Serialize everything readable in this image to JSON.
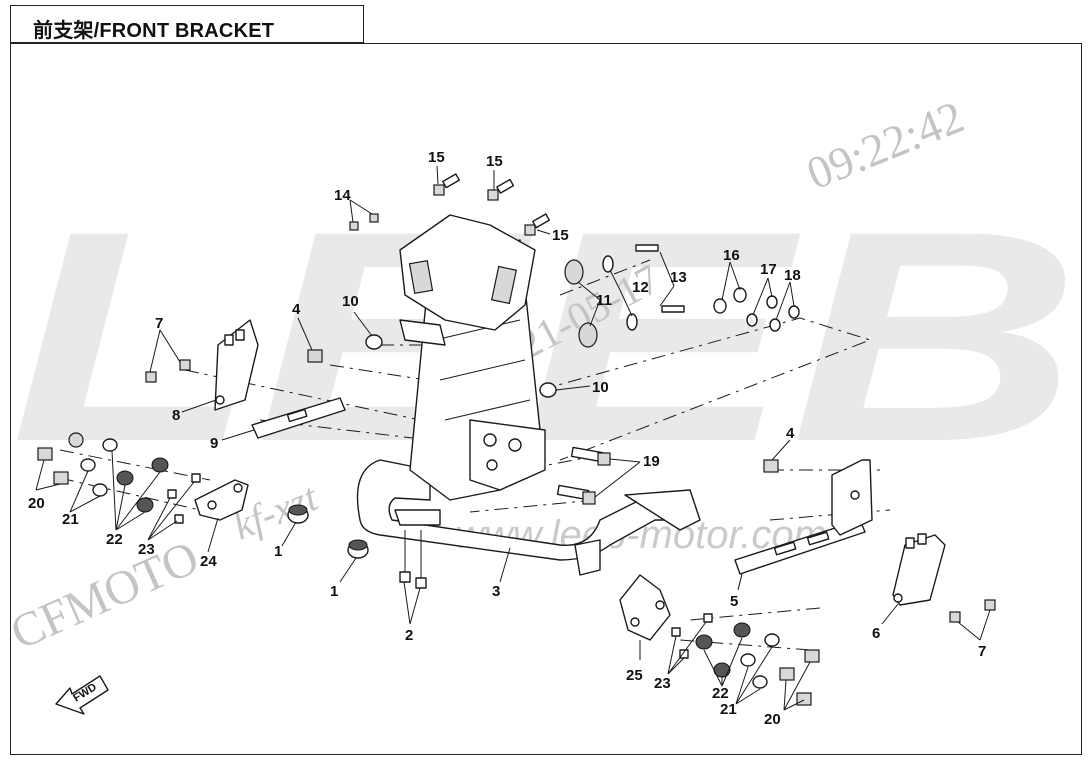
{
  "title": "前支架/FRONT BRACKET",
  "watermarks": {
    "logo_letters": "LEEB",
    "timestamp_time": "09:22:42",
    "timestamp_date": "2021-05-17",
    "site": "www.leeb-motor.com",
    "user": "kf-xzt",
    "brand": "CFMOTO"
  },
  "fwd_label": "FWD",
  "callouts": [
    {
      "id": "c15a",
      "label": "15"
    },
    {
      "id": "c15b",
      "label": "15"
    },
    {
      "id": "c15c",
      "label": "15"
    },
    {
      "id": "c14",
      "label": "14"
    },
    {
      "id": "c16",
      "label": "16"
    },
    {
      "id": "c17",
      "label": "17"
    },
    {
      "id": "c18",
      "label": "18"
    },
    {
      "id": "c13",
      "label": "13"
    },
    {
      "id": "c12",
      "label": "12"
    },
    {
      "id": "c11",
      "label": "11"
    },
    {
      "id": "c10a",
      "label": "10"
    },
    {
      "id": "c10b",
      "label": "10"
    },
    {
      "id": "c4a",
      "label": "4"
    },
    {
      "id": "c4b",
      "label": "4"
    },
    {
      "id": "c7a",
      "label": "7"
    },
    {
      "id": "c7b",
      "label": "7"
    },
    {
      "id": "c8",
      "label": "8"
    },
    {
      "id": "c9",
      "label": "9"
    },
    {
      "id": "c19",
      "label": "19"
    },
    {
      "id": "c20a",
      "label": "20"
    },
    {
      "id": "c20b",
      "label": "20"
    },
    {
      "id": "c21a",
      "label": "21"
    },
    {
      "id": "c21b",
      "label": "21"
    },
    {
      "id": "c22a",
      "label": "22"
    },
    {
      "id": "c22b",
      "label": "22"
    },
    {
      "id": "c23a",
      "label": "23"
    },
    {
      "id": "c23b",
      "label": "23"
    },
    {
      "id": "c24",
      "label": "24"
    },
    {
      "id": "c25",
      "label": "25"
    },
    {
      "id": "c1a",
      "label": "1"
    },
    {
      "id": "c1b",
      "label": "1"
    },
    {
      "id": "c2",
      "label": "2"
    },
    {
      "id": "c3",
      "label": "3"
    },
    {
      "id": "c5",
      "label": "5"
    },
    {
      "id": "c6",
      "label": "6"
    }
  ]
}
